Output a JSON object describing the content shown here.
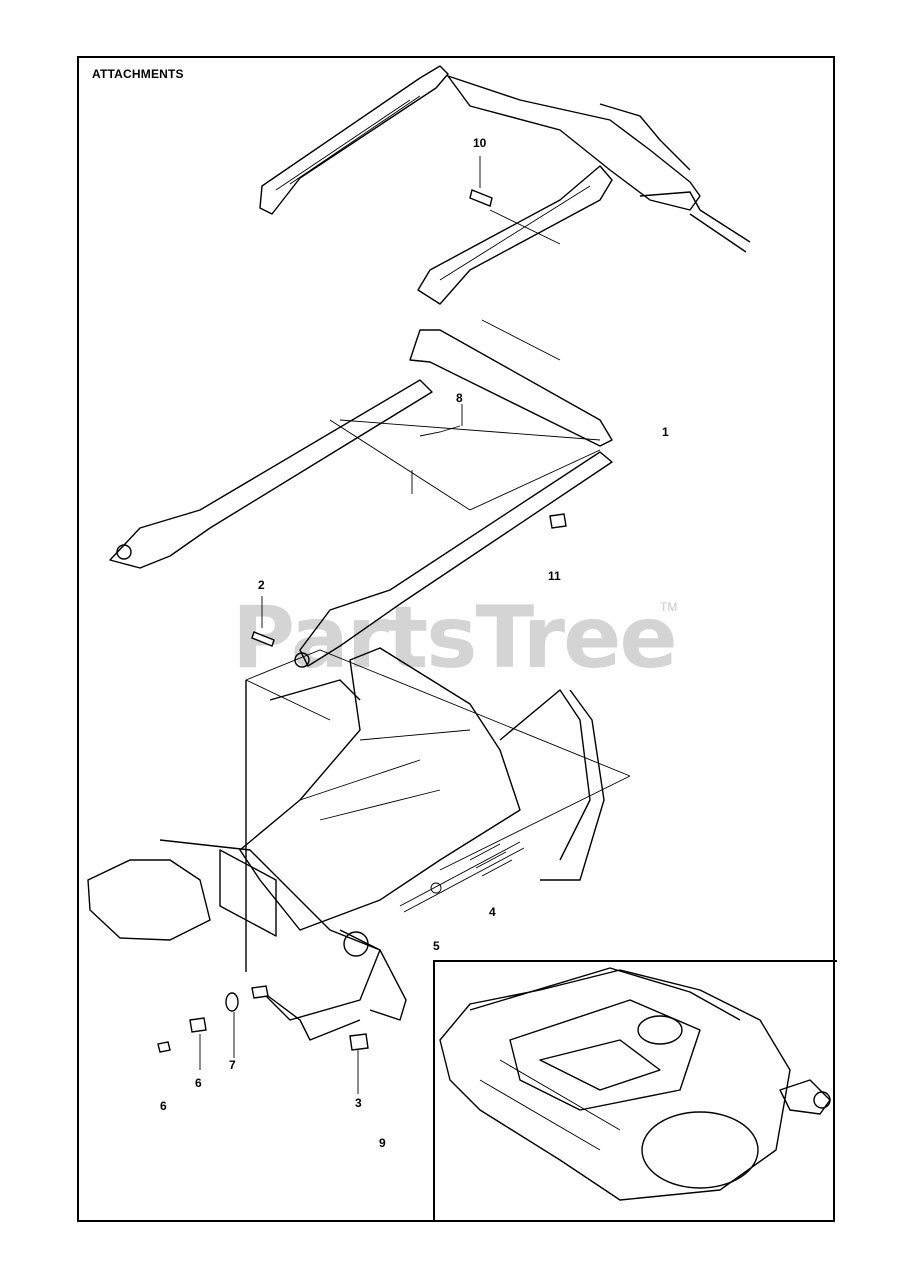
{
  "figure": {
    "title": "ATTACHMENTS",
    "callouts": [
      {
        "id": "c10",
        "label": "10"
      },
      {
        "id": "c1",
        "label": "1"
      },
      {
        "id": "c8",
        "label": "8"
      },
      {
        "id": "c11",
        "label": "11"
      },
      {
        "id": "c2",
        "label": "2"
      },
      {
        "id": "c4",
        "label": "4"
      },
      {
        "id": "c5",
        "label": "5"
      },
      {
        "id": "c6a",
        "label": "6"
      },
      {
        "id": "c7",
        "label": "7"
      },
      {
        "id": "c3",
        "label": "3"
      },
      {
        "id": "c6b",
        "label": "6"
      },
      {
        "id": "c9",
        "label": "9"
      }
    ]
  },
  "watermark": {
    "text": "PartsTree",
    "tm": "TM"
  }
}
